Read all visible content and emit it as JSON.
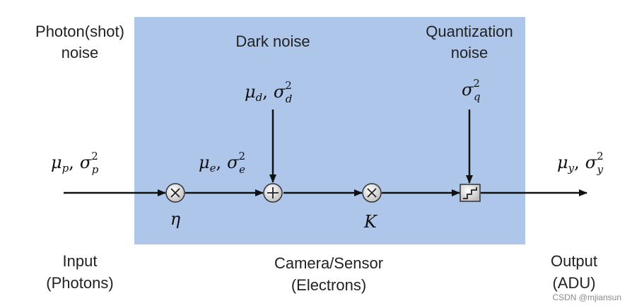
{
  "labels": {
    "photon_noise_line1": "Photon(shot)",
    "photon_noise_line2": "noise",
    "dark_noise": "Dark noise",
    "quant_noise_line1": "Quantization",
    "quant_noise_line2": "noise",
    "input_line1": "Input",
    "input_line2": "(Photons)",
    "camera_line1": "Camera/Sensor",
    "camera_line2": "(Electrons)",
    "output_line1": "Output",
    "output_line2": "(ADU)"
  },
  "math": {
    "mu": "μ",
    "sigma": "σ",
    "comma": ",",
    "square": "2",
    "photon_sub": "p",
    "electron_sub": "e",
    "dark_sub": "d",
    "quant_sub": "q",
    "output_sub": "y",
    "eta": "η",
    "gain": "K"
  },
  "watermark": "CSDN @mjiansun",
  "colors": {
    "sensor_box": "#aec6ea",
    "arrow": "#111111",
    "node_fill": "#e4e4e4"
  }
}
